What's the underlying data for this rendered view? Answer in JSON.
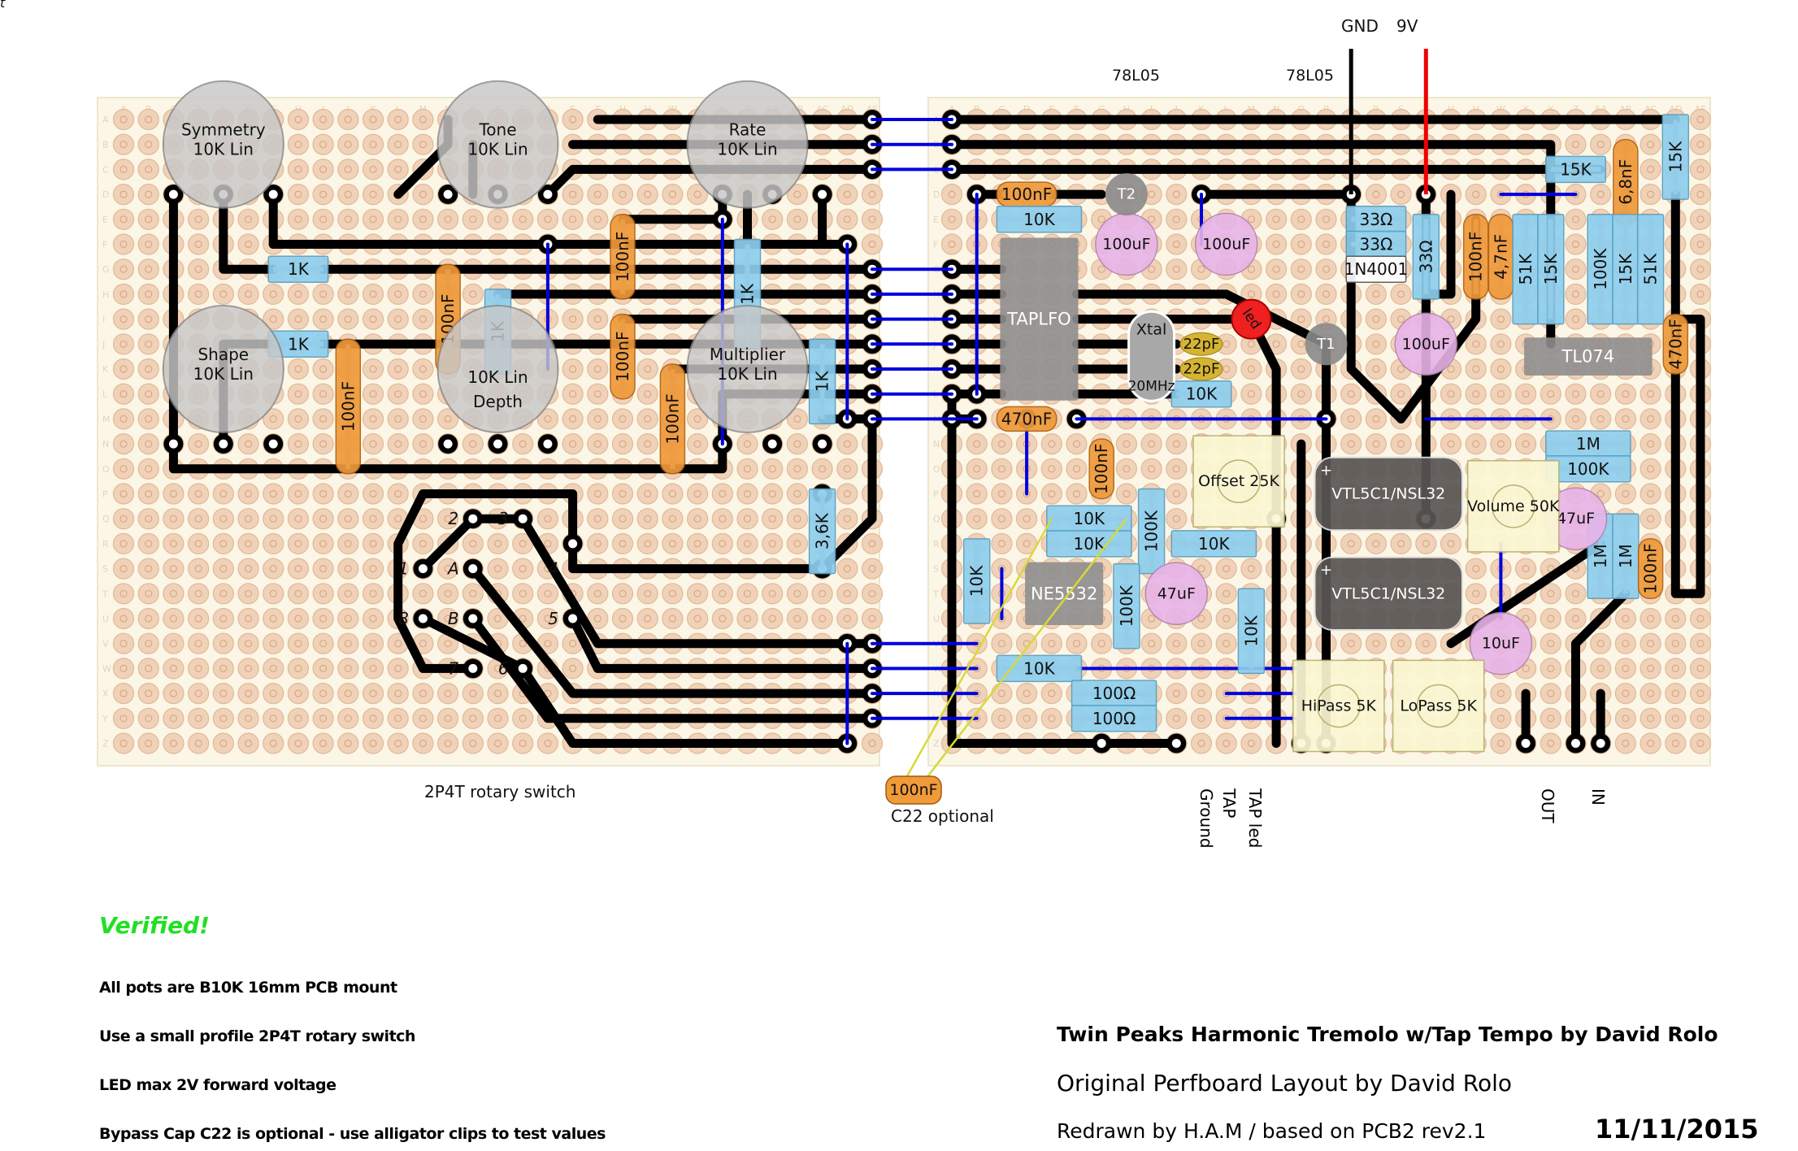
{
  "corner_mark": "t",
  "boards": {
    "columns": [
      "A",
      "B",
      "C",
      "D",
      "E",
      "F",
      "G",
      "H",
      "I",
      "J",
      "K",
      "L",
      "M",
      "N",
      "O",
      "P",
      "Q",
      "R",
      "S",
      "T",
      "U",
      "V",
      "W",
      "X",
      "Y",
      "Z",
      "AA",
      "AB",
      "AC",
      "AD",
      "AE"
    ],
    "rows": [
      "A",
      "B",
      "C",
      "D",
      "E",
      "F",
      "G",
      "H",
      "I",
      "J",
      "K",
      "L",
      "M",
      "N",
      "O",
      "P",
      "Q",
      "R",
      "S",
      "T",
      "U",
      "V",
      "W",
      "X",
      "Y",
      "Z"
    ]
  },
  "colors": {
    "board": "#fbf6e6",
    "pad": "#f0d2b8",
    "trace": "#000000",
    "jumper": "#0000dd",
    "power_9v": "#ee0000",
    "resistor": "#8ecfee",
    "ceramic_cap": "#f09a3a",
    "small_cap": "#d6b431",
    "electrolytic": "#e8b4e8",
    "ic": "#8e8e8e",
    "pot": "#c8c8c8",
    "trimpot": "#fbf8d4",
    "led": "#ee2020",
    "verified": "#22e022",
    "yellow_wire": "#d8d83a"
  },
  "power": {
    "gnd_label": "GND",
    "v9_label": "9V"
  },
  "regulators": [
    "78L05",
    "78L05"
  ],
  "pots": [
    {
      "id": "symmetry",
      "name": "Symmetry",
      "value": "10K Lin",
      "board": "L",
      "at": "E/B"
    },
    {
      "id": "tone",
      "name": "Tone",
      "value": "10K Lin",
      "board": "L",
      "at": "P/B"
    },
    {
      "id": "rate",
      "name": "Rate",
      "value": "10K Lin",
      "board": "L",
      "at": "Z/B"
    },
    {
      "id": "shape",
      "name": "Shape",
      "value": "10K Lin",
      "board": "L",
      "at": "E/K"
    },
    {
      "id": "depth",
      "name": "Depth",
      "value": "10K Lin",
      "board": "L",
      "at": "P/K"
    },
    {
      "id": "multiplier",
      "name": "Multiplier",
      "value": "10K Lin",
      "board": "L",
      "at": "Z/K"
    }
  ],
  "left_components": [
    {
      "type": "res",
      "value": "1K",
      "board": "L",
      "from": "G/G",
      "to": "I/G"
    },
    {
      "type": "res",
      "value": "1K",
      "board": "L",
      "from": "G/J",
      "to": "I/J"
    },
    {
      "type": "cap",
      "value": "100nF",
      "board": "L",
      "from": "N/G",
      "to": "N/K"
    },
    {
      "type": "res",
      "value": "1K",
      "board": "L",
      "from": "P/H",
      "to": "P/K"
    },
    {
      "type": "cap",
      "value": "100nF",
      "board": "L",
      "from": "J/J",
      "to": "J/O"
    },
    {
      "type": "cap",
      "value": "100nF",
      "board": "L",
      "from": "U/E",
      "to": "U/H"
    },
    {
      "type": "cap",
      "value": "100nF",
      "board": "L",
      "from": "U/I",
      "to": "U/L"
    },
    {
      "type": "cap",
      "value": "100nF",
      "board": "L",
      "from": "W/K",
      "to": "W/O"
    },
    {
      "type": "res",
      "value": "1K",
      "board": "L",
      "from": "Z/F",
      "to": "Z/J"
    },
    {
      "type": "res",
      "value": "1K",
      "board": "L",
      "from": "AC/J",
      "to": "AC/M"
    },
    {
      "type": "res",
      "value": "3,6K",
      "board": "L",
      "from": "AC/P",
      "to": "AC/S"
    }
  ],
  "rotary_switch": {
    "label": "2P4T rotary switch",
    "pins": [
      {
        "t": "1",
        "at": "M/S"
      },
      {
        "t": "2",
        "at": "O/Q"
      },
      {
        "t": "3",
        "at": "Q/Q"
      },
      {
        "t": "4",
        "at": "S/S"
      },
      {
        "t": "5",
        "at": "S/U"
      },
      {
        "t": "6",
        "at": "Q/W"
      },
      {
        "t": "7",
        "at": "O/W"
      },
      {
        "t": "8",
        "at": "M/U"
      },
      {
        "t": "A",
        "at": "O/S"
      },
      {
        "t": "B",
        "at": "O/U"
      }
    ]
  },
  "right_components": [
    {
      "type": "cap",
      "value": "100nF",
      "from": "C/D",
      "to": "E/D"
    },
    {
      "type": "res",
      "value": "10K",
      "from": "C/E",
      "to": "F/E"
    },
    {
      "type": "cap",
      "value": "470nF",
      "from": "C/M",
      "to": "E/M"
    },
    {
      "type": "res",
      "value": "10K",
      "from": "J/L",
      "to": "L/L"
    },
    {
      "type": "res",
      "value": "33Ω",
      "from": "Q/E",
      "to": "S/E"
    },
    {
      "type": "res",
      "value": "33Ω",
      "from": "Q/F",
      "to": "S/F"
    },
    {
      "type": "diode",
      "value": "1N4001",
      "from": "Q/G",
      "to": "S/G"
    },
    {
      "type": "res",
      "value": "33Ω",
      "from": "T/E",
      "to": "T/H"
    },
    {
      "type": "cap",
      "value": "100nF",
      "from": "V/E",
      "to": "V/H"
    },
    {
      "type": "cap",
      "value": "4,7nF",
      "from": "W/E",
      "to": "W/H"
    },
    {
      "type": "res",
      "value": "51K",
      "from": "X/E",
      "to": "X/I"
    },
    {
      "type": "res",
      "value": "15K",
      "from": "Y/E",
      "to": "Y/I"
    },
    {
      "type": "res",
      "value": "15K",
      "from": "Y/C",
      "to": "AA/C"
    },
    {
      "type": "cap",
      "value": "6,8nF",
      "from": "AB/B",
      "to": "AB/E"
    },
    {
      "type": "res",
      "value": "15K",
      "from": "AD/A",
      "to": "AD/D"
    },
    {
      "type": "res",
      "value": "100K",
      "from": "AA/E",
      "to": "AA/I"
    },
    {
      "type": "res",
      "value": "15K",
      "from": "AB/E",
      "to": "AB/I"
    },
    {
      "type": "res",
      "value": "51K",
      "from": "AC/E",
      "to": "AC/I"
    },
    {
      "type": "cap",
      "value": "470nF",
      "from": "AD/I",
      "to": "AD/K"
    },
    {
      "type": "res",
      "value": "1M",
      "from": "Y/N",
      "to": "AB/N"
    },
    {
      "type": "res",
      "value": "100K",
      "from": "Y/O",
      "to": "AB/O"
    },
    {
      "type": "res",
      "value": "1M",
      "from": "AA/Q",
      "to": "AA/T"
    },
    {
      "type": "res",
      "value": "1M",
      "from": "AB/Q",
      "to": "AB/T"
    },
    {
      "type": "cap",
      "value": "100nF",
      "from": "AC/R",
      "to": "AC/T"
    },
    {
      "type": "cap",
      "value": "100nF",
      "from": "G/N",
      "to": "G/P"
    },
    {
      "type": "res",
      "value": "10K",
      "from": "E/Q",
      "to": "H/Q"
    },
    {
      "type": "res",
      "value": "10K",
      "from": "E/R",
      "to": "H/R"
    },
    {
      "type": "res",
      "value": "100K",
      "from": "I/P",
      "to": "I/S"
    },
    {
      "type": "res",
      "value": "10K",
      "from": "J/R",
      "to": "M/R"
    },
    {
      "type": "res",
      "value": "10K",
      "from": "B/R",
      "to": "B/U"
    },
    {
      "type": "res",
      "value": "100K",
      "from": "H/S",
      "to": "H/V"
    },
    {
      "type": "res",
      "value": "10K",
      "from": "M/T",
      "to": "M/W"
    },
    {
      "type": "res",
      "value": "10K",
      "from": "C/W",
      "to": "F/W"
    },
    {
      "type": "res",
      "value": "100Ω",
      "from": "F/X",
      "to": "I/X"
    },
    {
      "type": "res",
      "value": "100Ω",
      "from": "F/Y",
      "to": "I/Y"
    },
    {
      "type": "small",
      "value": "22pF",
      "from": "K/J",
      "to": "K/J"
    },
    {
      "type": "small",
      "value": "22pF",
      "from": "K/K",
      "to": "K/K"
    }
  ],
  "electrolytics": [
    {
      "value": "100uF",
      "at": "H/F"
    },
    {
      "value": "100uF",
      "at": "L/F"
    },
    {
      "value": "100uF",
      "at": "T/J"
    },
    {
      "value": "47uF",
      "at": "J/T"
    },
    {
      "value": "47uF",
      "at": "Z/Q"
    },
    {
      "value": "10uF",
      "at": "W/V"
    }
  ],
  "ics": [
    {
      "name": "TAPLFO",
      "from": "C/F",
      "to": "F/L"
    },
    {
      "name": "NE5532",
      "from": "D/S",
      "to": "G/U"
    },
    {
      "name": "TL074",
      "from": "X/J",
      "to": "AC/K"
    }
  ],
  "transistors": [
    {
      "name": "T2",
      "at": "H/D"
    },
    {
      "name": "T1",
      "at": "P/J"
    }
  ],
  "led": {
    "label": "led",
    "at": "M/I"
  },
  "crystal": {
    "name": "Xtal",
    "freq": "20MHz",
    "at": "I/J"
  },
  "optos": [
    {
      "name": "VTL5C1/NSL32",
      "from": "P/O",
      "to": "U/Q"
    },
    {
      "name": "VTL5C1/NSL32",
      "from": "P/S",
      "to": "U/U"
    }
  ],
  "trimpots": [
    {
      "name": "Offset 25K",
      "from": "K/N",
      "to": "N/Q"
    },
    {
      "name": "Volume 50K",
      "from": "V/O",
      "to": "Y/R"
    },
    {
      "name": "HiPass 5K",
      "from": "O/W",
      "to": "R/Z"
    },
    {
      "name": "LoPass 5K",
      "from": "S/W",
      "to": "V/Z"
    }
  ],
  "c22": {
    "value": "100nF",
    "label": "C22 optional"
  },
  "io_labels": [
    "Ground",
    "TAP",
    "TAP led",
    "OUT",
    "IN"
  ],
  "notes": {
    "verified": "Verified!",
    "lines": [
      "All pots are B10K 16mm PCB mount",
      "Use a small profile 2P4T rotary switch",
      "LED max 2V forward voltage",
      "Bypass Cap C22 is optional - use alligator clips to test values"
    ]
  },
  "title_block": {
    "title": "Twin Peaks Harmonic Tremolo w/Tap Tempo by David Rolo",
    "original": "Original Perfboard Layout by David Rolo",
    "redrawn": "Redrawn by H.A.M / based on PCB2 rev2.1",
    "date": "11/11/2015"
  }
}
